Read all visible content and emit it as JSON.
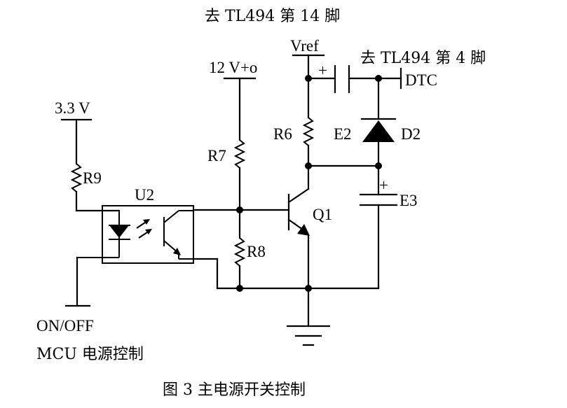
{
  "labels": {
    "tl494_pin14": "去 TL494 第 14 脚",
    "tl494_pin4": "去 TL494 第 4 脚",
    "vref": "Vref",
    "v12": "12 V+o",
    "v33": "3.3 V",
    "dtc": "DTC",
    "r6": "R6",
    "r7": "R7",
    "r8": "R8",
    "r9": "R9",
    "e2": "E2",
    "e3": "E3",
    "d2": "D2",
    "q1": "Q1",
    "u2": "U2",
    "plus_e2": "+",
    "plus_e3": "+",
    "onoff": "ON/OFF",
    "mcu": "MCU 电源控制"
  },
  "caption": "图 3    主电源开关控制"
}
